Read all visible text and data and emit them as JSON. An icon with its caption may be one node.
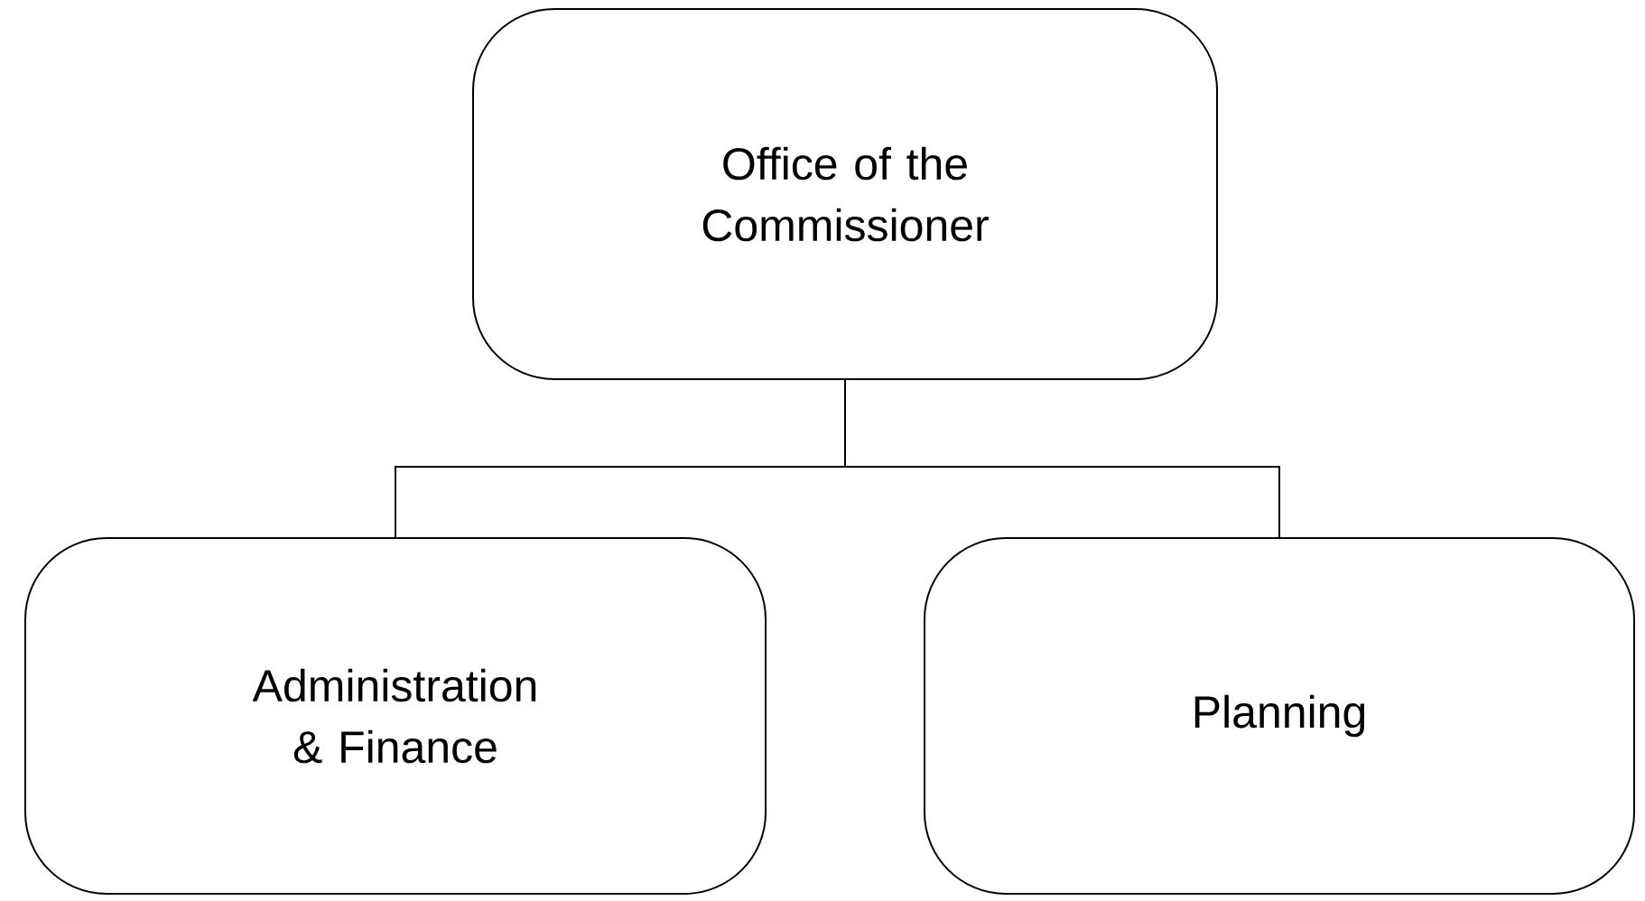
{
  "diagram": {
    "nodes": [
      {
        "text": [
          "Office of the Commissioner"
        ]
      },
      {
        "text": [
          "Administration & Finance"
        ]
      },
      {
        "text": [
          "Planning"
        ]
      }
    ],
    "edges": [
      {
        "from": 0,
        "to": 1,
        "arrow": "none"
      },
      {
        "from": 0,
        "to": 2,
        "arrow": "none"
      }
    ]
  }
}
